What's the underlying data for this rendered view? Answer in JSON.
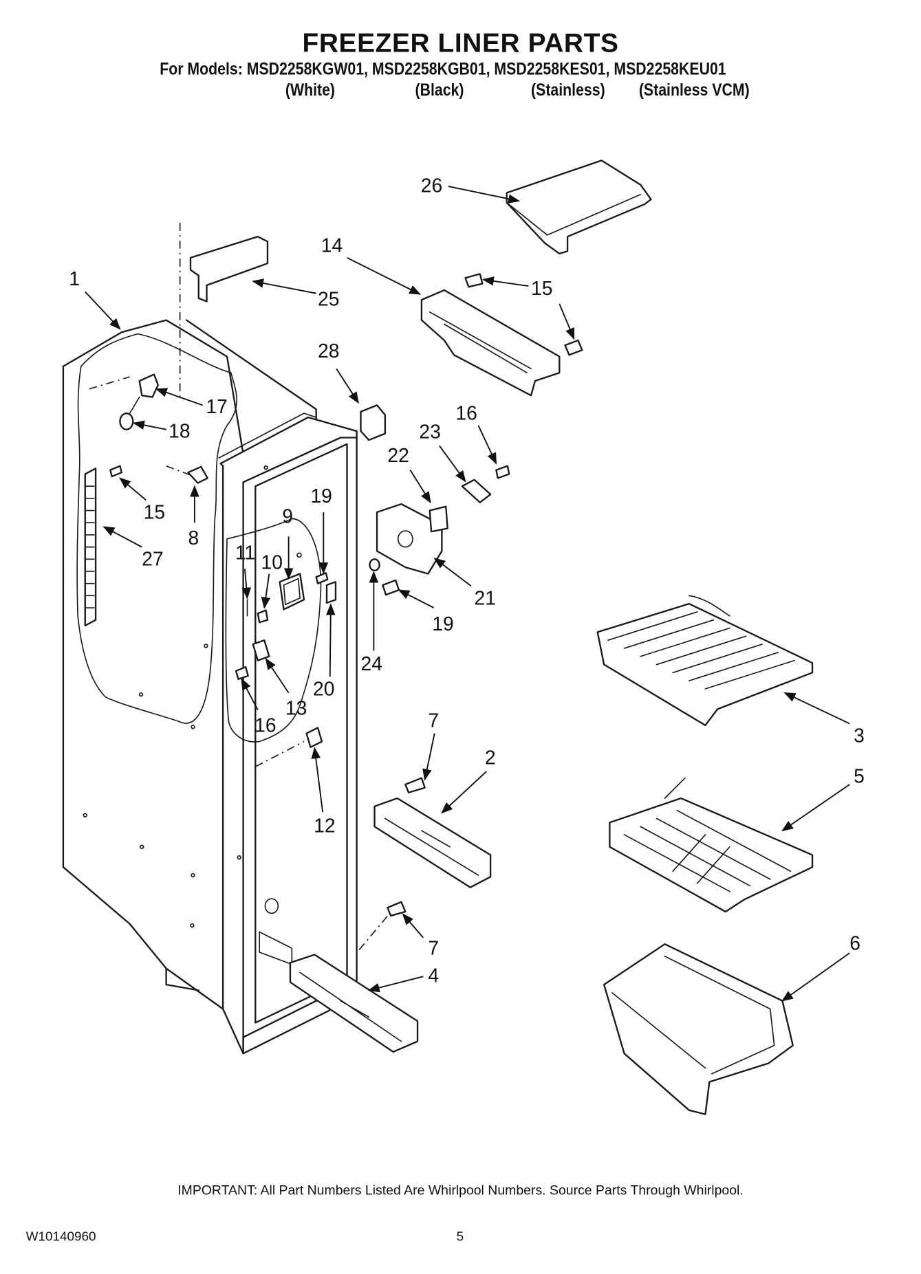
{
  "header": {
    "title": "FREEZER LINER PARTS",
    "models": "For Models: MSD2258KGW01, MSD2258KGB01, MSD2258KES01, MSD2258KEU01",
    "variants": [
      "(White)",
      "(Black)",
      "(Stainless)",
      "(Stainless VCM)"
    ]
  },
  "callouts": [
    "1",
    "2",
    "3",
    "4",
    "5",
    "6",
    "7",
    "7",
    "8",
    "9",
    "10",
    "11",
    "12",
    "13",
    "14",
    "15",
    "15",
    "16",
    "16",
    "17",
    "18",
    "19",
    "19",
    "20",
    "21",
    "22",
    "23",
    "24",
    "25",
    "26",
    "27",
    "28"
  ],
  "footer": {
    "notice": "IMPORTANT: All Part Numbers Listed Are Whirlpool Numbers. Source Parts Through Whirlpool.",
    "doc_id": "W10140960",
    "page_number": "5"
  }
}
